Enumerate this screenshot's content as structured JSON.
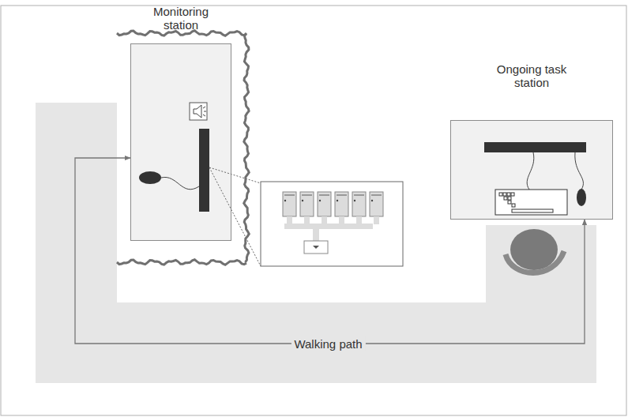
{
  "diagram": {
    "nodes": [
      {
        "text": [
          "Monitoring station"
        ]
      },
      {
        "text": [
          "Ongoing task station"
        ]
      }
    ],
    "edges": [
      {
        "from": 0,
        "to": 1,
        "label": "Walking path",
        "arrow": "both"
      }
    ]
  }
}
